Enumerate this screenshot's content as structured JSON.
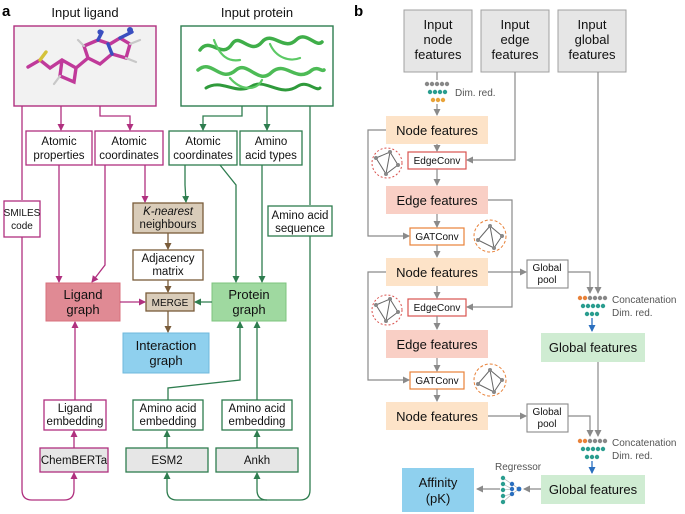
{
  "panel_a": {
    "label": "a",
    "input_ligand": "Input ligand",
    "input_protein": "Input protein",
    "atomic_properties": [
      "Atomic",
      "properties"
    ],
    "atomic_coordinates_lig": [
      "Atomic",
      "coordinates"
    ],
    "atomic_coordinates_prot": [
      "Atomic",
      "coordinates"
    ],
    "amino_acid_types": [
      "Amino",
      "acid types"
    ],
    "smiles_code": [
      "SMILES",
      "code"
    ],
    "knn": [
      "K-nearest",
      "neighbours"
    ],
    "amino_acid_sequence": [
      "Amino acid",
      "sequence"
    ],
    "adjacency_matrix": [
      "Adjacency",
      "matrix"
    ],
    "ligand_graph": [
      "Ligand",
      "graph"
    ],
    "merge": "MERGE",
    "protein_graph": [
      "Protein",
      "graph"
    ],
    "interaction_graph": [
      "Interaction",
      "graph"
    ],
    "ligand_embedding": [
      "Ligand",
      "embedding"
    ],
    "amino_acid_embedding_1": [
      "Amino acid",
      "embedding"
    ],
    "amino_acid_embedding_2": [
      "Amino acid",
      "embedding"
    ],
    "chemberta": "ChemBERTa",
    "esm2": "ESM2",
    "ankh": "Ankh"
  },
  "panel_b": {
    "label": "b",
    "input_node_features": [
      "Input",
      "node",
      "features"
    ],
    "input_edge_features": [
      "Input",
      "edge",
      "features"
    ],
    "input_global_features": [
      "Input",
      "global",
      "features"
    ],
    "dim_red": "Dim. red.",
    "node_features": "Node features",
    "edgeconv": "EdgeConv",
    "edge_features": "Edge features",
    "gatconv": "GATConv",
    "global_pool": [
      "Global",
      "pool"
    ],
    "concatenation": "Concatenation",
    "global_features": "Global features",
    "regressor": "Regressor",
    "affinity": [
      "Affinity",
      "(pK)"
    ]
  },
  "colors": {
    "magenta": "#b0307f",
    "green": "#2e7d4f",
    "brown": "#7a5c3a",
    "ligand_fill": "#e08a94",
    "protein_fill": "#9fd9a0",
    "interaction_fill": "#8fd0ee",
    "brown_fill": "#d9ccb9",
    "grey_fill": "#e6e6e6",
    "node_fill": "#fde3c8",
    "edge_fill": "#f9cfc5",
    "global_fill": "#cfecd2",
    "affinity_fill": "#8fd0ee",
    "red_border": "#d9534f",
    "orange_border": "#e8823a"
  }
}
